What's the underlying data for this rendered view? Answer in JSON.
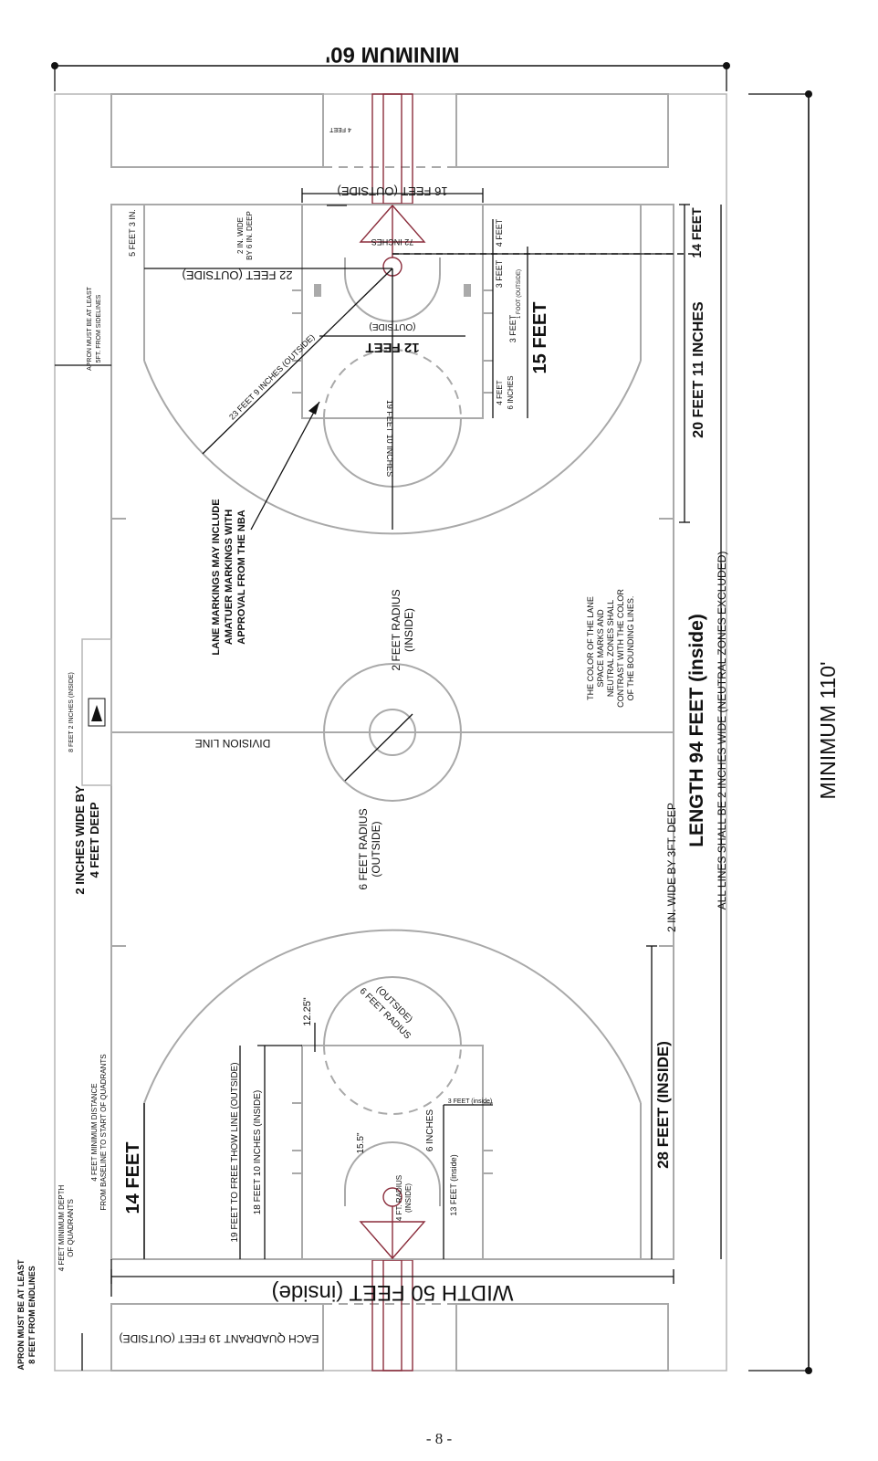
{
  "labels": {
    "min_60": "MINIMUM 60'",
    "min_110": "MINIMUM 110'",
    "width_50": "WIDTH 50 FEET (inside)",
    "length_94": "LENGTH 94 FEET (inside)",
    "all_lines": "ALL LINES SHALL BE 2 INCHES WIDE (NEUTRAL ZONES EXCLUDED)",
    "ft20_11": "20 FEET 11 INCHES",
    "ft15": "15 FEET",
    "ft14_right": "14 FEET",
    "ft14_left": "14 FEET",
    "ft28_inside": "28 FEET (INSIDE)",
    "ft16_outside": "16 FEET (OUTSIDE)",
    "ft12": "12 FEET",
    "ft12_outside": "(OUTSIDE)",
    "ft22_outside": "22 FEET (OUTSIDE)",
    "ft23_9": "23 FEET 9 INCHES (OUTSIDE)",
    "ft19_outside": "19 FEET 10 INCHES",
    "lane_note_1": "LANE MARKINGS MAY INCLUDE",
    "lane_note_2": "AMATUER MARKINGS WITH",
    "lane_note_3": "APPROVAL FROM THE NBA",
    "color_note_1": "THE COLOR OF THE LANE",
    "color_note_2": "SPACE MARKS AND",
    "color_note_3": "NEUTRAL ZONES SHALL",
    "color_note_4": "CONTRAST WITH THE COLOR",
    "color_note_5": "OF THE BOUNDING LINES.",
    "radius_2": "2 FEET RADIUS",
    "radius_2_sub": "(INSIDE)",
    "radius_6": "6 FEET RADIUS",
    "radius_6_sub": "(OUTSIDE)",
    "division_line": "DIVISION LINE",
    "two_in_4ft_1": "2 INCHES WIDE BY",
    "two_in_4ft_2": "4 FEET DEEP",
    "two_in_3ft": "2 IN. WIDE BY 3FT. DEEP",
    "two_in_6in_1": "2 IN. WIDE",
    "two_in_6in_2": "BY 6 IN. DEEP",
    "ft8_2in": "8 FEET 2 INCHES (INSIDE)",
    "apron_side_1": "APRON MUST BE AT LEAST",
    "apron_side_2": "5FT. FROM SIDELINES",
    "apron_end_1": "APRON MUST BE AT LEAST",
    "apron_end_2": "8 FEET FROM ENDLINES",
    "quad_depth_1": "4 FEET MINIMUM DEPTH",
    "quad_depth_2": "OF QUADRANTS",
    "quad_dist_1": "4 FEET MINIMUM DISTANCE",
    "quad_dist_2": "FROM BASELINE TO START OF QUADRANTS",
    "each_quadrant": "EACH QUADRANT 19 FEET (OUTSIDE)",
    "ft19_free_throw": "19 FEET TO FREE THOW LINE (OUTSIDE)",
    "ft18_10": "18 FEET 10 INCHES (INSIDE)",
    "ft6_radius_1": "6 FEET RADIUS",
    "ft6_radius_2": "(OUTSIDE)",
    "ft12_25": "12.25\"",
    "ft15_5": "15.5\"",
    "ft6_inches": "6 INCHES",
    "ft3_inside": "3 FEET (inside)",
    "ft13_inside": "13 FEET (inside)",
    "ft4_radius_1": "4 FT. RADIUS",
    "ft4_radius_2": "(INSIDE)",
    "ft3_2in": "5 FEET 3 IN.",
    "ft4_top": "4 FEET",
    "ft72": "72 INCHES",
    "ft4_r": "4 FEET",
    "ft3_r": "3 FEET",
    "ft3_r2": "3 FEET",
    "ft4_6": "4 FEET",
    "ft4_6b": "6 INCHES",
    "ft1_outside": "1 FOOT (OUTSIDE)",
    "ft3_top": "3 FEET",
    "ft4_small": "4 FEET",
    "page_number": "- 8 -"
  }
}
